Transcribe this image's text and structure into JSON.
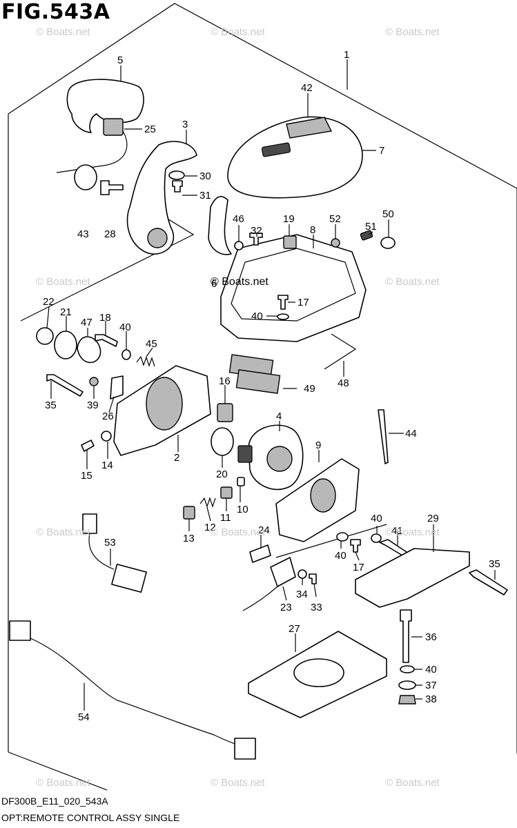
{
  "figure": {
    "title": "FIG.543A",
    "code": "DF300B_E11_020_543A",
    "subtitle": "OPT:REMOTE CONTROL ASSY SINGLE"
  },
  "watermark": {
    "text": "© Boats.net",
    "count": 12
  },
  "callouts": [
    {
      "id": "c1",
      "text": "1"
    },
    {
      "id": "c2",
      "text": "2"
    },
    {
      "id": "c3",
      "text": "3"
    },
    {
      "id": "c4",
      "text": "4"
    },
    {
      "id": "c5",
      "text": "5"
    },
    {
      "id": "c6",
      "text": "6"
    },
    {
      "id": "c7",
      "text": "7"
    },
    {
      "id": "c8",
      "text": "8"
    },
    {
      "id": "c9",
      "text": "9"
    },
    {
      "id": "c10",
      "text": "10"
    },
    {
      "id": "c11",
      "text": "11"
    },
    {
      "id": "c12",
      "text": "12"
    },
    {
      "id": "c13",
      "text": "13"
    },
    {
      "id": "c14",
      "text": "14"
    },
    {
      "id": "c15",
      "text": "15"
    },
    {
      "id": "c16",
      "text": "16"
    },
    {
      "id": "c17a",
      "text": "17"
    },
    {
      "id": "c17b",
      "text": "17"
    },
    {
      "id": "c18",
      "text": "18"
    },
    {
      "id": "c19",
      "text": "19"
    },
    {
      "id": "c20",
      "text": "20"
    },
    {
      "id": "c21",
      "text": "21"
    },
    {
      "id": "c22",
      "text": "22"
    },
    {
      "id": "c23",
      "text": "23"
    },
    {
      "id": "c24",
      "text": "24"
    },
    {
      "id": "c25",
      "text": "25"
    },
    {
      "id": "c26",
      "text": "26"
    },
    {
      "id": "c27",
      "text": "27"
    },
    {
      "id": "c28",
      "text": "28"
    },
    {
      "id": "c29",
      "text": "29"
    },
    {
      "id": "c30",
      "text": "30"
    },
    {
      "id": "c31",
      "text": "31"
    },
    {
      "id": "c32",
      "text": "32"
    },
    {
      "id": "c33",
      "text": "33"
    },
    {
      "id": "c34",
      "text": "34"
    },
    {
      "id": "c35a",
      "text": "35"
    },
    {
      "id": "c35b",
      "text": "35"
    },
    {
      "id": "c36",
      "text": "36"
    },
    {
      "id": "c37",
      "text": "37"
    },
    {
      "id": "c38",
      "text": "38"
    },
    {
      "id": "c39",
      "text": "39"
    },
    {
      "id": "c40a",
      "text": "40"
    },
    {
      "id": "c40b",
      "text": "40"
    },
    {
      "id": "c40c",
      "text": "40"
    },
    {
      "id": "c40d",
      "text": "40"
    },
    {
      "id": "c40e",
      "text": "40"
    },
    {
      "id": "c41",
      "text": "41"
    },
    {
      "id": "c42",
      "text": "42"
    },
    {
      "id": "c43",
      "text": "43"
    },
    {
      "id": "c44",
      "text": "44"
    },
    {
      "id": "c45",
      "text": "45"
    },
    {
      "id": "c46",
      "text": "46"
    },
    {
      "id": "c47",
      "text": "47"
    },
    {
      "id": "c48",
      "text": "48"
    },
    {
      "id": "c49",
      "text": "49"
    },
    {
      "id": "c50",
      "text": "50"
    },
    {
      "id": "c51",
      "text": "51"
    },
    {
      "id": "c52",
      "text": "52"
    },
    {
      "id": "c53",
      "text": "53"
    },
    {
      "id": "c54",
      "text": "54"
    }
  ]
}
